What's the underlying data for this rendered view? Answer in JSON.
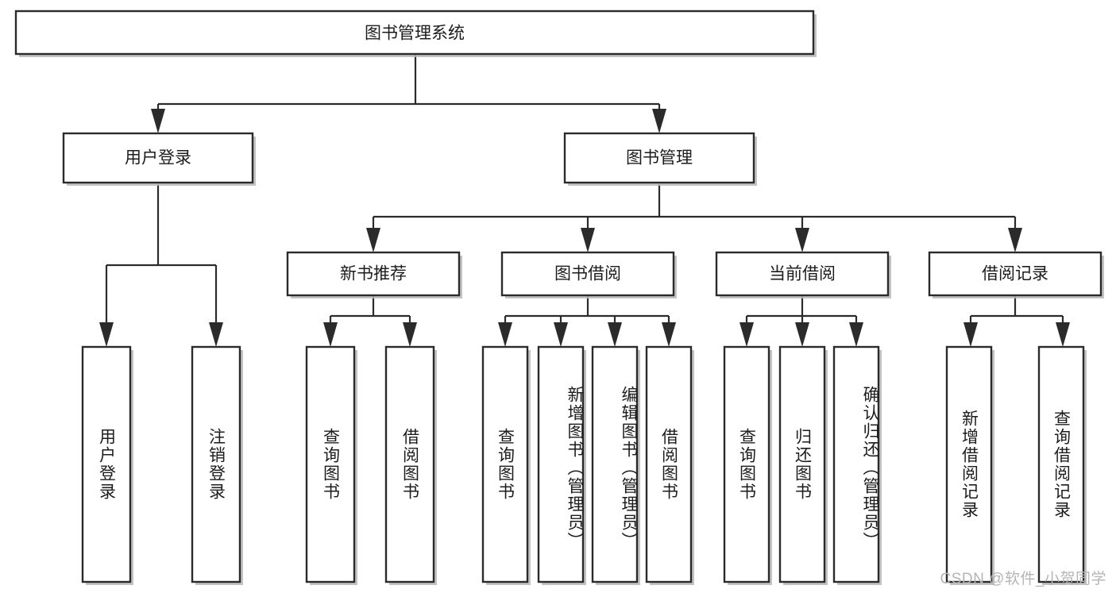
{
  "diagram": {
    "title": "图书管理系统",
    "type": "hierarchy-tree",
    "watermark": "CSDN @软件_小贺同学",
    "root": {
      "label": "图书管理系统"
    },
    "level2": [
      {
        "label": "用户登录"
      },
      {
        "label": "图书管理"
      }
    ],
    "level3": [
      {
        "label": "新书推荐"
      },
      {
        "label": "图书借阅"
      },
      {
        "label": "当前借阅"
      },
      {
        "label": "借阅记录"
      }
    ],
    "leaves": {
      "user_login": [
        {
          "label": "用户登录"
        },
        {
          "label": "注销登录"
        }
      ],
      "new_book_recommend": [
        {
          "label": "查询图书"
        },
        {
          "label": "借阅图书"
        }
      ],
      "book_borrow": [
        {
          "label": "查询图书"
        },
        {
          "label": "新增图书（管理员）"
        },
        {
          "label": "编辑图书（管理员）"
        },
        {
          "label": "借阅图书"
        }
      ],
      "current_borrow": [
        {
          "label": "查询图书"
        },
        {
          "label": "归还图书"
        },
        {
          "label": "确认归还（管理员）"
        }
      ],
      "borrow_record": [
        {
          "label": "新增借阅记录"
        },
        {
          "label": "查询借阅记录"
        }
      ]
    }
  },
  "colors": {
    "box_stroke": "#2b2b2b",
    "box_fill": "#ffffff",
    "connector": "#2b2b2b",
    "text": "#1c1c1c",
    "watermark": "#b5b5b5",
    "background": "#ffffff"
  }
}
